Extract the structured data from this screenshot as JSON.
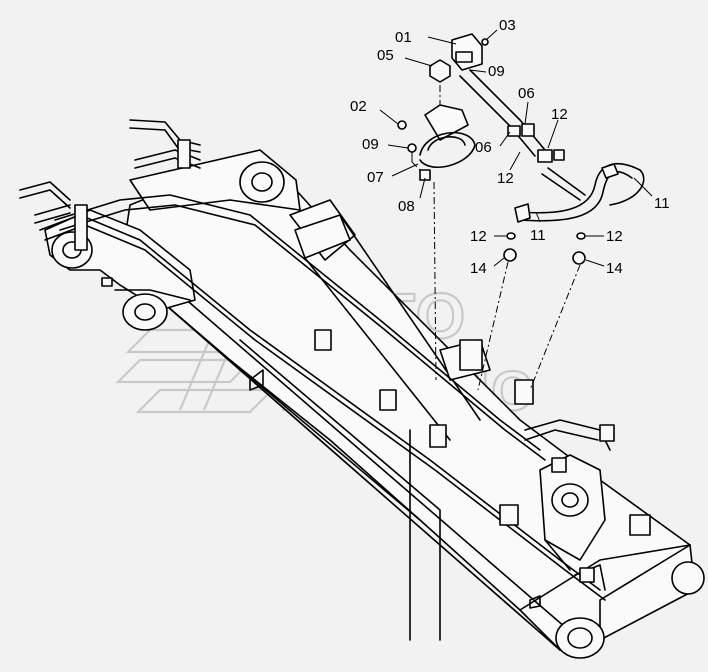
{
  "watermark": {
    "line1": "АВТО",
    "line2": "АЛЬЯНС"
  },
  "callouts": [
    {
      "id": "c01",
      "label": "01"
    },
    {
      "id": "c03",
      "label": "03"
    },
    {
      "id": "c05",
      "label": "05"
    },
    {
      "id": "c09a",
      "label": "09"
    },
    {
      "id": "c02",
      "label": "02"
    },
    {
      "id": "c06a",
      "label": "06"
    },
    {
      "id": "c12a",
      "label": "12"
    },
    {
      "id": "c09b",
      "label": "09"
    },
    {
      "id": "c06b",
      "label": "06"
    },
    {
      "id": "c07",
      "label": "07"
    },
    {
      "id": "c12b",
      "label": "12"
    },
    {
      "id": "c08",
      "label": "08"
    },
    {
      "id": "c11a",
      "label": "11"
    },
    {
      "id": "c12c",
      "label": "12"
    },
    {
      "id": "c11b",
      "label": "11"
    },
    {
      "id": "c12d",
      "label": "12"
    },
    {
      "id": "c14a",
      "label": "14"
    },
    {
      "id": "c14b",
      "label": "14"
    }
  ]
}
